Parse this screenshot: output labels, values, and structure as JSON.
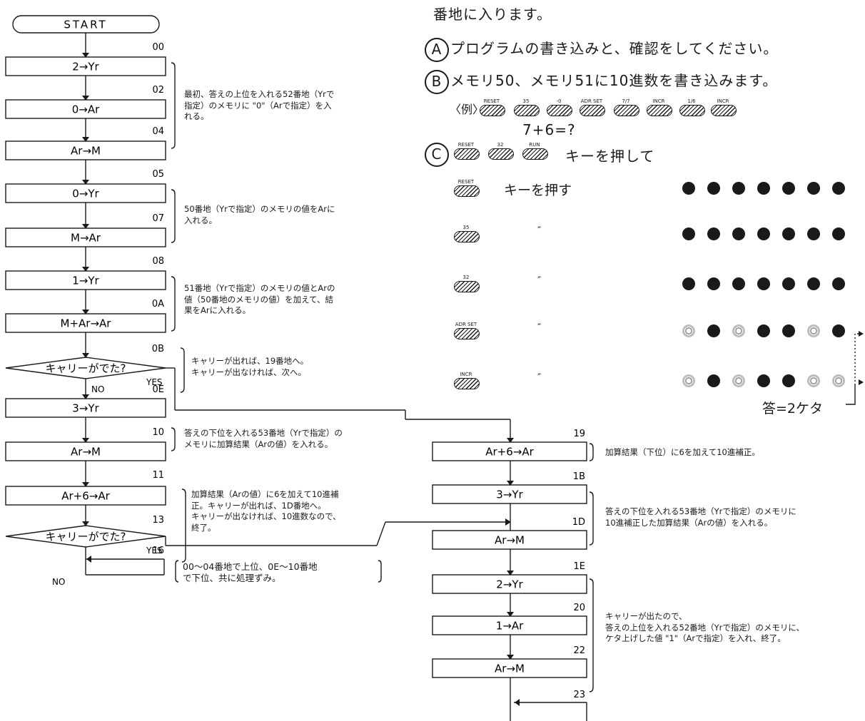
{
  "flowchart_left": {
    "start": "START",
    "nodes": [
      {
        "addr": "00",
        "label": "2→Yr"
      },
      {
        "addr": "02",
        "label": "0→Ar"
      },
      {
        "addr": "04",
        "label": "Ar→M"
      },
      {
        "addr": "05",
        "label": "0→Yr"
      },
      {
        "addr": "07",
        "label": "M→Ar"
      },
      {
        "addr": "08",
        "label": "1→Yr"
      },
      {
        "addr": "0A",
        "label": "M+Ar→Ar"
      },
      {
        "addr": "0B",
        "label": "キャリーがでた?"
      },
      {
        "addr": "0E",
        "label": "3→Yr"
      },
      {
        "addr": "10",
        "label": "Ar→M"
      },
      {
        "addr": "11",
        "label": "Ar+6→Ar"
      },
      {
        "addr": "13",
        "label": "キャリーがでた?"
      },
      {
        "addr": "16",
        "label": ""
      }
    ],
    "yes1": "YES",
    "no1": "NO",
    "yes2": "YES",
    "no2": "NO"
  },
  "flowchart_right": {
    "nodes": [
      {
        "addr": "19",
        "label": "Ar+6→Ar"
      },
      {
        "addr": "1B",
        "label": "3→Yr"
      },
      {
        "addr": "1D",
        "label": "Ar→M"
      },
      {
        "addr": "1E",
        "label": "2→Yr"
      },
      {
        "addr": "20",
        "label": "1→Ar"
      },
      {
        "addr": "22",
        "label": "Ar→M"
      },
      {
        "addr": "23",
        "label": ""
      }
    ]
  },
  "notes_left": {
    "n1": "最初、答えの上位を入れる52番地（Yrで\n指定）のメモリに \"0\"（Arで指定）を入\nれる。",
    "n2": "50番地（Yrで指定）のメモリの値をArに\n入れる。",
    "n3": "51番地（Yrで指定）のメモリの値とArの\n値（50番地のメモリの値）を加えて、結\n果をArに入れる。",
    "n4": "キャリーが出れば、19番地へ。\nキャリーが出なければ、次へ。",
    "n5": "答えの下位を入れる53番地（Yrで指定）の\nメモリに加算結果（Arの値）を入れる。",
    "n6": "加算結果（Arの値）に6を加えて10進補\n正。キャリーが出れば、1D番地へ。\nキャリーが出なければ、10進数なので、\n終了。",
    "n7": "00～04番地で上位、0E～10番地\nで下位、共に処理ずみ。"
  },
  "notes_right": {
    "r1": "加算結果（下位）に6を加えて10進補正。",
    "r2": "答えの下位を入れる53番地（Yrで指定）のメモリに\n10進補正した加算結果（Arの値）を入れる。",
    "r3": "キャリーが出たので、\n答えの上位を入れる52番地（Yrで指定）のメモリに、\nケタ上げした値 \"1\"（Arで指定）を入れ、終了。"
  },
  "instructions": {
    "top_line": "番地に入ります。",
    "a_letter": "A",
    "a_text": "プログラムの書き込みと、確認をしてください。",
    "b_letter": "B",
    "b_text": "メモリ50、メモリ51に10進数を書き込みます。",
    "example_label": "〈例〉",
    "example_keys": [
      "RESET",
      "35",
      "-0",
      "ADR SET",
      "7/7",
      "INCR",
      "1/6",
      "INCR"
    ],
    "equation": "7+6=?",
    "c_letter": "C",
    "c_keys": [
      "RESET",
      "32",
      "RUN"
    ],
    "c_text": "キーを押して"
  },
  "led_table": {
    "rows": [
      {
        "key": "RESET",
        "action": "キーを押す",
        "leds": [
          1,
          1,
          1,
          1,
          1,
          1,
          1
        ]
      },
      {
        "key": "35",
        "action": "″",
        "leds": [
          1,
          1,
          1,
          1,
          1,
          1,
          1
        ]
      },
      {
        "key": "32",
        "action": "″",
        "leds": [
          1,
          1,
          1,
          1,
          1,
          1,
          1
        ]
      },
      {
        "key": "ADR SET",
        "action": "″",
        "leds": [
          0,
          1,
          0,
          1,
          1,
          0,
          1
        ]
      },
      {
        "key": "INCR",
        "action": "″",
        "leds": [
          0,
          1,
          0,
          1,
          1,
          0,
          0
        ]
      }
    ],
    "answer_note": "答=2ケタ"
  },
  "colors": {
    "ink": "#1a1a1a",
    "paper": "#ffffff"
  }
}
